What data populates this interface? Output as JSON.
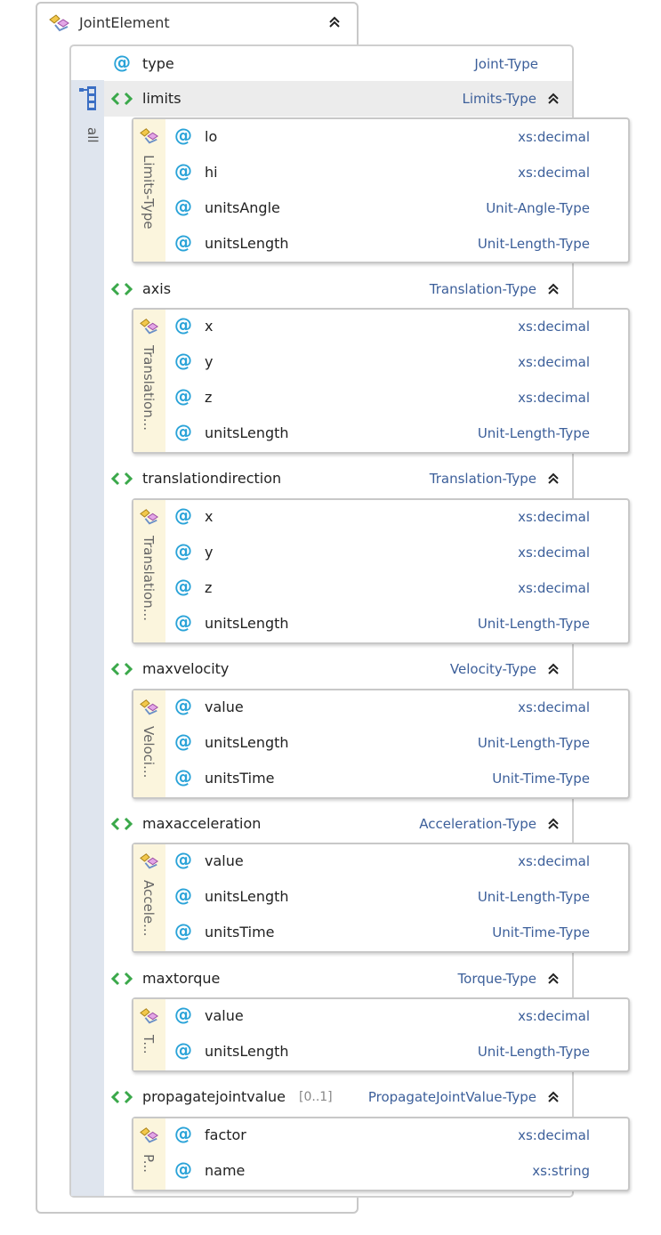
{
  "root": {
    "name": "JointElement",
    "compositor_label": "all"
  },
  "type_attr": {
    "name": "type",
    "type": "Joint-Type"
  },
  "elements": [
    {
      "name": "limits",
      "type": "Limits-Type",
      "group": "Limits-Type",
      "attrs": [
        {
          "name": "lo",
          "type": "xs:decimal"
        },
        {
          "name": "hi",
          "type": "xs:decimal"
        },
        {
          "name": "unitsAngle",
          "type": "Unit-Angle-Type"
        },
        {
          "name": "unitsLength",
          "type": "Unit-Length-Type"
        }
      ]
    },
    {
      "name": "axis",
      "type": "Translation-Type",
      "group": "Translation...",
      "attrs": [
        {
          "name": "x",
          "type": "xs:decimal"
        },
        {
          "name": "y",
          "type": "xs:decimal"
        },
        {
          "name": "z",
          "type": "xs:decimal"
        },
        {
          "name": "unitsLength",
          "type": "Unit-Length-Type"
        }
      ]
    },
    {
      "name": "translationdirection",
      "type": "Translation-Type",
      "group": "Translation...",
      "attrs": [
        {
          "name": "x",
          "type": "xs:decimal"
        },
        {
          "name": "y",
          "type": "xs:decimal"
        },
        {
          "name": "z",
          "type": "xs:decimal"
        },
        {
          "name": "unitsLength",
          "type": "Unit-Length-Type"
        }
      ]
    },
    {
      "name": "maxvelocity",
      "type": "Velocity-Type",
      "group": "Veloci...",
      "attrs": [
        {
          "name": "value",
          "type": "xs:decimal"
        },
        {
          "name": "unitsLength",
          "type": "Unit-Length-Type"
        },
        {
          "name": "unitsTime",
          "type": "Unit-Time-Type"
        }
      ]
    },
    {
      "name": "maxacceleration",
      "type": "Acceleration-Type",
      "group": "Accele...",
      "attrs": [
        {
          "name": "value",
          "type": "xs:decimal"
        },
        {
          "name": "unitsLength",
          "type": "Unit-Length-Type"
        },
        {
          "name": "unitsTime",
          "type": "Unit-Time-Type"
        }
      ]
    },
    {
      "name": "maxtorque",
      "type": "Torque-Type",
      "group": "T...",
      "attrs": [
        {
          "name": "value",
          "type": "xs:decimal"
        },
        {
          "name": "unitsLength",
          "type": "Unit-Length-Type"
        }
      ]
    },
    {
      "name": "propagatejointvalue",
      "type": "PropagateJointValue-Type",
      "group": "P...",
      "occurrence": "[0..1]",
      "attrs": [
        {
          "name": "factor",
          "type": "xs:decimal"
        },
        {
          "name": "name",
          "type": "xs:string"
        }
      ]
    }
  ],
  "colors": {
    "attribute_icon": "#2aa3d8",
    "element_icon": "#3aa84a",
    "type_text": "#3c5f9a",
    "group_strip": "#fbf5dd"
  },
  "icons": {
    "complex_type": "complex-type-icon",
    "attribute": "attribute-icon",
    "element": "element-icon",
    "collapse": "collapse-icon",
    "compositor": "all-compositor-icon"
  }
}
